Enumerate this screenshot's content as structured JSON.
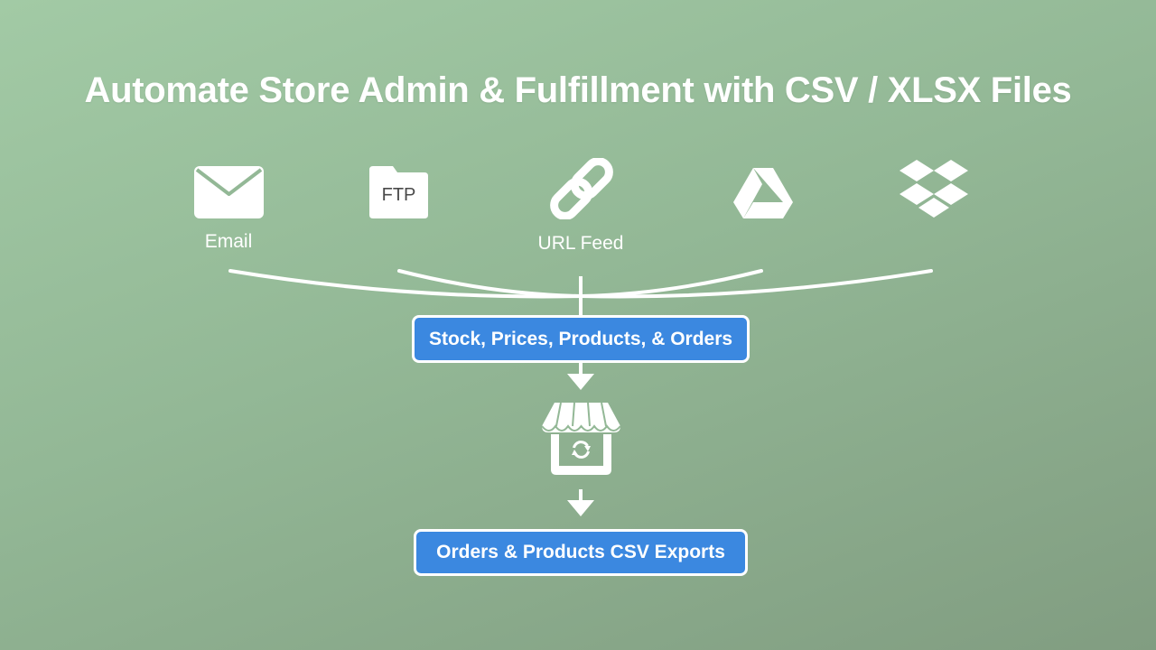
{
  "title": "Automate Store Admin & Fulfillment with CSV / XLSX Files",
  "sources": [
    {
      "icon": "email-icon",
      "label": "Email"
    },
    {
      "icon": "ftp-folder-icon",
      "label": "FTP"
    },
    {
      "icon": "link-icon",
      "label": "URL Feed"
    },
    {
      "icon": "google-drive-icon",
      "label": ""
    },
    {
      "icon": "dropbox-icon",
      "label": ""
    }
  ],
  "import_box": {
    "label": "Stock, Prices, Products, & Orders"
  },
  "store_icon": "store-sync-icon",
  "export_box": {
    "label": "Orders & Products CSV Exports"
  },
  "colors": {
    "accent": "#3b88e0",
    "foreground": "#ffffff",
    "background_start": "#a2caa5",
    "background_end": "#819d81"
  }
}
